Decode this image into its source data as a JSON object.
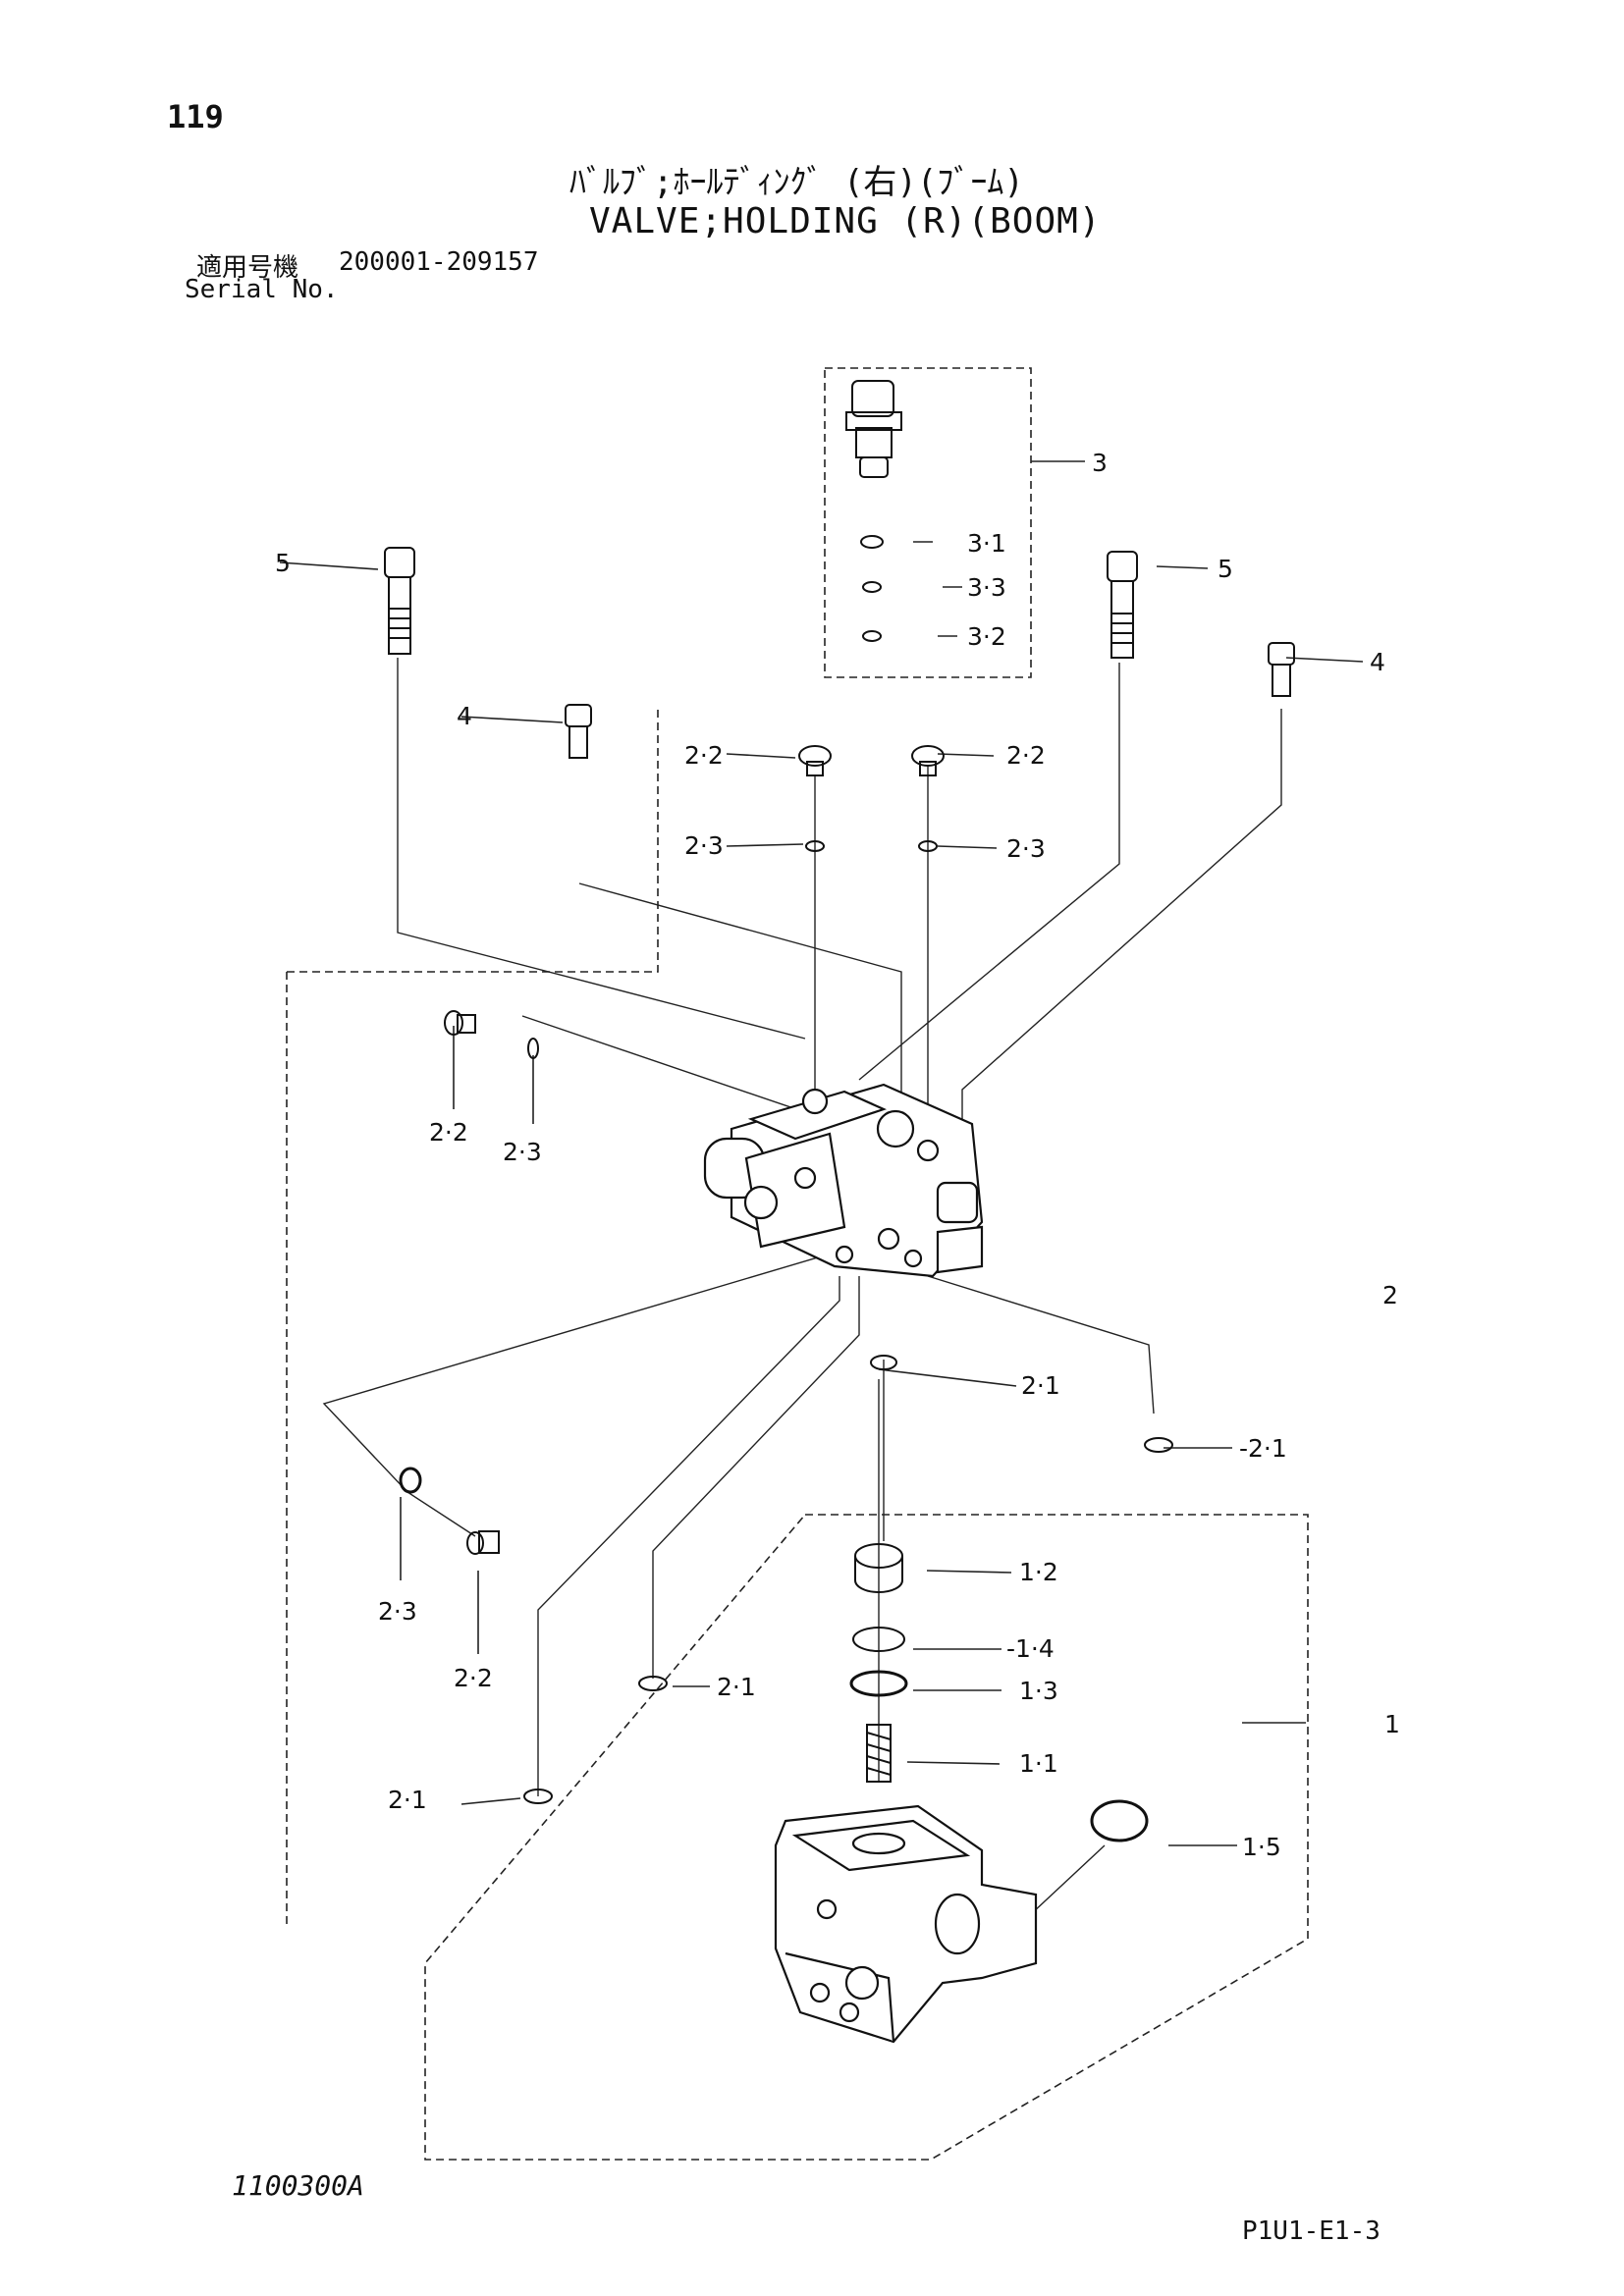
{
  "header": {
    "page_number": "119",
    "title_jp": "ﾊﾞﾙﾌﾞ;ﾎｰﾙﾃﾞｨﾝｸﾞ (右)(ﾌﾞｰﾑ)",
    "title_en": "VALVE;HOLDING (R)(BOOM)",
    "serial_label_jp": "適用号機",
    "serial_range": "200001-209157",
    "serial_label_en": "Serial No."
  },
  "footer": {
    "drawing_code": "1100300A",
    "sheet_code": "P1U1-E1-3"
  },
  "callouts": {
    "c3": "3",
    "c3_1": "3·1",
    "c3_3": "3·3",
    "c3_2": "3·2",
    "c5_left": "5",
    "c5_right": "5",
    "c4_left": "4",
    "c4_right": "4",
    "c2_2_a": "2·2",
    "c2_2_b": "2·2",
    "c2_3_a": "2·3",
    "c2_3_b": "2·3",
    "c2_2_side": "2·2",
    "c2_3_side": "2·3",
    "c2": "2",
    "c2_1_a": "2·1",
    "c2_1_b": "-2·1",
    "c2_3_low": "2·3",
    "c2_2_low": "2·2",
    "c2_1_c": "2·1",
    "c2_1_d": "2·1",
    "c1_2": "1·2",
    "c1_4": "-1·4",
    "c1_3": "1·3",
    "c1_1": "1·1",
    "c1_5": "1·5",
    "c1": "1"
  }
}
